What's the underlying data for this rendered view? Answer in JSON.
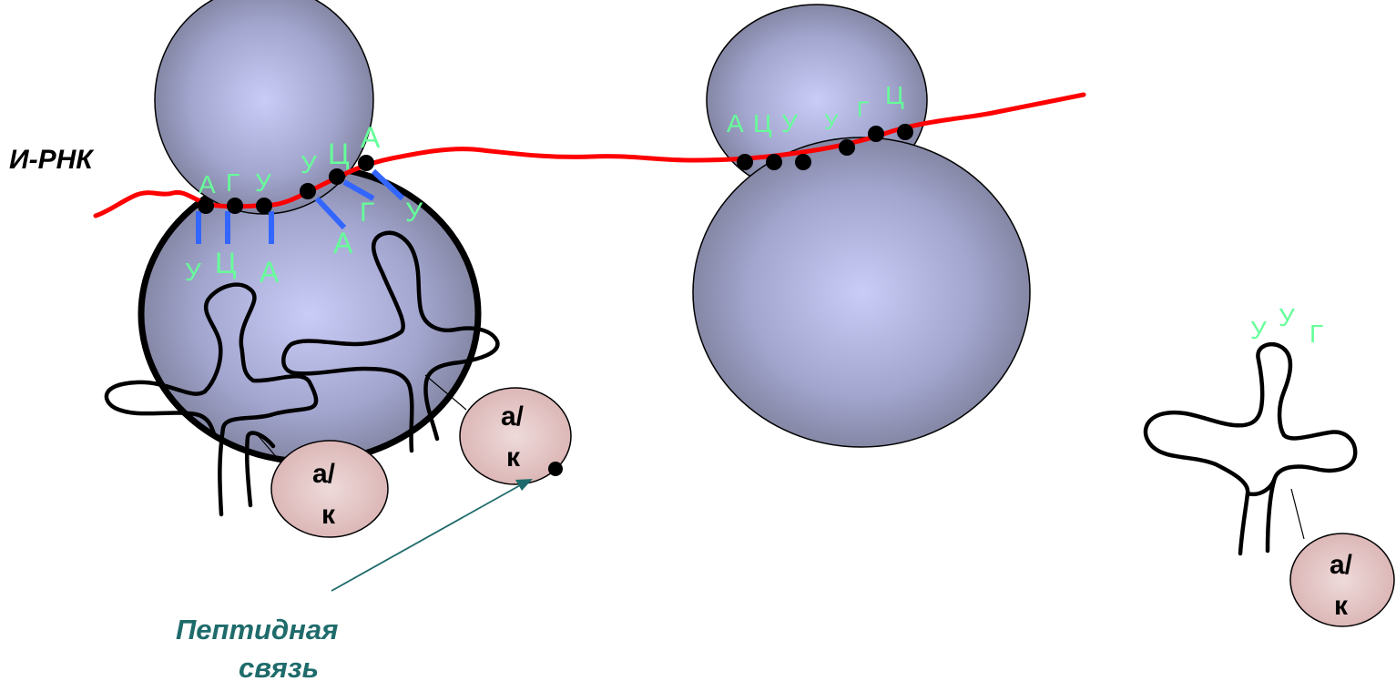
{
  "labels": {
    "mrna": "И-РНК",
    "peptide_line1": "Пептидная",
    "peptide_line2": "связь",
    "amino_acid_top": "а/",
    "amino_acid_bottom": "к"
  },
  "ribosome_left": {
    "mrna_codon": [
      "А",
      "Г",
      "У"
    ],
    "trna_anticodon": [
      "У",
      "Ц",
      "А"
    ],
    "mrna_codon_2": [
      "У",
      "Ц",
      "А"
    ],
    "trna_anticodon_2": [
      "А",
      "Г",
      "У"
    ]
  },
  "ribosome_right": {
    "mrna_codon": [
      "А",
      "Ц",
      "У"
    ],
    "mrna_codon_2": [
      "У",
      "Г",
      "Ц"
    ]
  },
  "free_trna": {
    "anticodon": [
      "У",
      "У",
      "Г"
    ]
  },
  "colors": {
    "mrna_strand": "#ff0000",
    "base_pairs": "#3366ff",
    "nucleotide_text": "#66ff99",
    "ribosome_center": "#c8cbf5",
    "ribosome_edge": "#7f8199",
    "amino_acid_fill": "#e3c3c3",
    "peptide_label": "#1f6b6b"
  }
}
